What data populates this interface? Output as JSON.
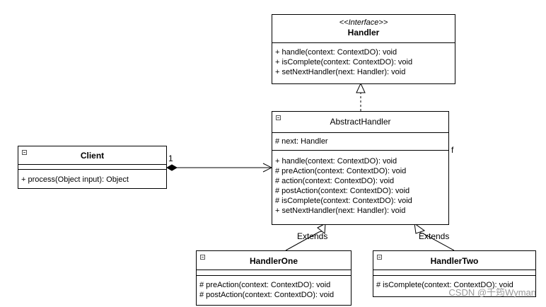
{
  "handler": {
    "stereotype": "<<Interface>>",
    "name": "Handler",
    "operations": [
      "+ handle(context: ContextDO): void",
      "+ isComplete(context: ContextDO): void",
      "+ setNextHandler(next: Handler): void"
    ]
  },
  "abstract_handler": {
    "name": "AbstractHandler",
    "attributes": [
      "# next: Handler"
    ],
    "operations": [
      "+ handle(context: ContextDO): void",
      "# preAction(context: ContextDO): void",
      "# action(context: ContextDO): void",
      "# postAction(context: ContextDO): void",
      "# isComplete(context: ContextDO): void",
      "+ setNextHandler(next: Handler): void"
    ]
  },
  "client": {
    "name": "Client",
    "operations": [
      "+ process(Object input): Object"
    ]
  },
  "handler_one": {
    "name": "HandlerOne",
    "operations": [
      "# preAction(context: ContextDO): void",
      "# postAction(context: ContextDO): void"
    ]
  },
  "handler_two": {
    "name": "HandlerTwo",
    "operations": [
      "# isComplete(context: ContextDO): void"
    ]
  },
  "relations": {
    "multiplicity": "1",
    "role": "f",
    "extends_one": "Extends",
    "extends_two": "Extends"
  },
  "watermark": "CSDN @千筠Wyman"
}
